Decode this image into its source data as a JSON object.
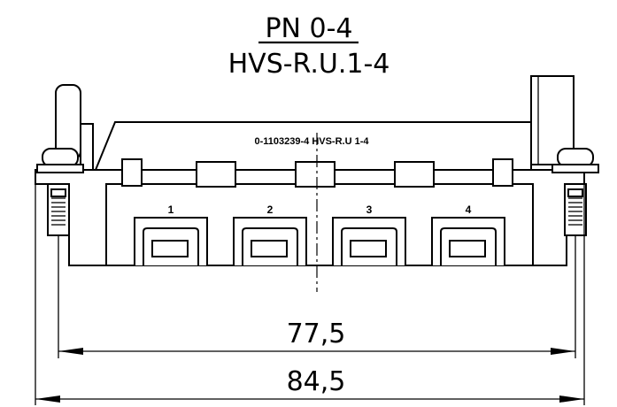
{
  "title": {
    "part_number": "PN 0-4",
    "model": "HVS-R.U.1-4"
  },
  "body_label": "0-1103239-4 HVS-R.U 1-4",
  "contacts": [
    {
      "label": "1"
    },
    {
      "label": "2"
    },
    {
      "label": "3"
    },
    {
      "label": "4"
    }
  ],
  "dimensions": {
    "inner": "77,5",
    "outer": "84,5"
  }
}
